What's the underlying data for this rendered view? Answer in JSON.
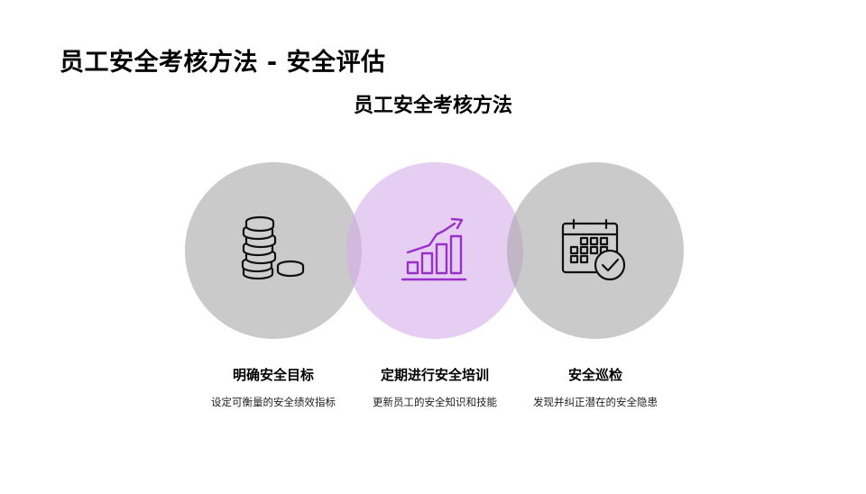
{
  "page": {
    "title": "员工安全考核方法 - 安全评估",
    "subtitle": "员工安全考核方法"
  },
  "items": [
    {
      "label": "明确安全目标",
      "description": "设定可衡量的安全绩效指标",
      "icon": "coins-stack-icon",
      "circle_color": "#a6a6a6"
    },
    {
      "label": "定期进行安全培训",
      "description": "更新员工的安全知识和技能",
      "icon": "growth-chart-icon",
      "circle_color": "#d6acea",
      "icon_color": "#9b2fc9"
    },
    {
      "label": "安全巡检",
      "description": "发现并纠正潜在的安全隐患",
      "icon": "calendar-check-icon",
      "circle_color": "#a6a6a6"
    }
  ]
}
